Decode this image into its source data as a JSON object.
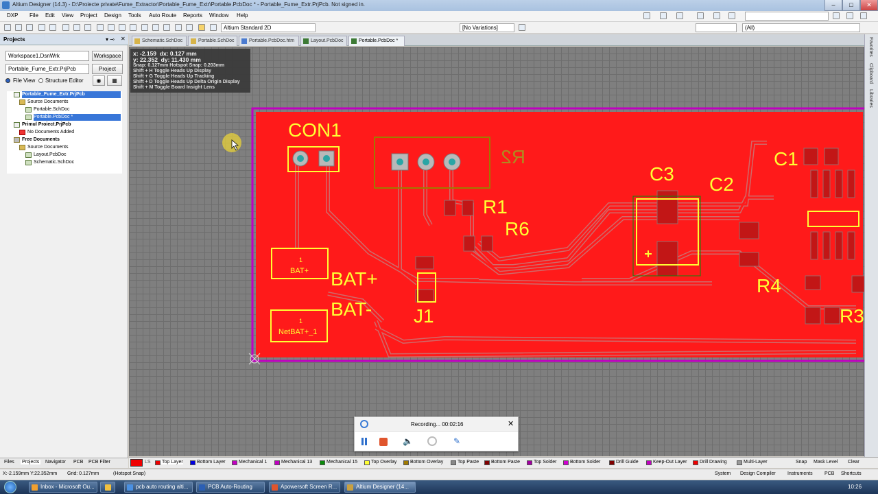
{
  "window": {
    "title": "Altium Designer (14.3) - D:\\Proiecte private\\Fume_Extractor\\Portable_Fume_Extr\\Portable.PcbDoc * - Portable_Fume_Extr.PrjPcb. Not signed in."
  },
  "menu": [
    "DXP",
    "File",
    "Edit",
    "View",
    "Project",
    "Design",
    "Tools",
    "Auto Route",
    "Reports",
    "Window",
    "Help"
  ],
  "toolbar": {
    "view_combo": "Altium Standard 2D",
    "variations": "[No Variations]",
    "filter": "(All)"
  },
  "tabs": [
    "Schematic.SchDoc",
    "Portable.SchDoc",
    "Portable.PcbDoc.htm",
    "Layout.PcbDoc",
    "Portable.PcbDoc *"
  ],
  "projects": {
    "title": "Projects",
    "workspace": "Workspace1.DsnWrk",
    "workspace_btn": "Workspace",
    "project": "Portable_Fume_Extr.PrjPcb",
    "project_btn": "Project",
    "file_view": "File View",
    "structure_editor": "Structure Editor",
    "tree": [
      "Portable_Fume_Extr.PrjPcb",
      "Source Documents",
      "Portable.SchDoc",
      "Portable.PcbDoc *",
      "Primul Proiect.PrjPcb",
      "No Documents Added",
      "Free Documents",
      "Source Documents",
      "Layout.PcbDoc",
      "Schematic.SchDoc"
    ],
    "bottom_tabs": [
      "Files",
      "Projects",
      "Navigator",
      "PCB",
      "PCB Filter"
    ]
  },
  "hud": {
    "x": "x: -2.159",
    "dx": "dx: 0.127  mm",
    "y": "y: 22.352",
    "dy": "dy: 11.430  mm",
    "snap": "Snap: 0.127mm Hotspot Snap: 0.203mm",
    "lines": [
      "Shift + H   Toggle Heads Up Display",
      "Shift + G   Toggle Heads Up Tracking",
      "Shift + D   Toggle Heads Up Delta Origin Display",
      "Shift + M   Toggle Board Insight Lens"
    ]
  },
  "pcb": {
    "labels": [
      "CON1",
      "R2",
      "R1",
      "R6",
      "C3",
      "C2",
      "C1",
      "BAT+",
      "BAT-",
      "J1",
      "R4",
      "R3"
    ],
    "pads": [
      "BAT+",
      "NetBAT+_1"
    ]
  },
  "recorder": {
    "status": "Recording...  00:02:16"
  },
  "right_strip": [
    "Favorites",
    "Clipboard",
    "Libraries"
  ],
  "layers": [
    "LS",
    "Top Layer",
    "Bottom Layer",
    "Mechanical 1",
    "Mechanical 13",
    "Mechanical 15",
    "Top Overlay",
    "Bottom Overlay",
    "Top Paste",
    "Bottom Paste",
    "Top Solder",
    "Bottom Solder",
    "Drill Guide",
    "Keep-Out Layer",
    "Drill Drawing",
    "Multi-Layer"
  ],
  "layer_right": [
    "Snap",
    "Mask Level",
    "Clear"
  ],
  "status": {
    "coords": "X:-2.159mm Y:22.352mm",
    "grid": "Grid: 0.127mm",
    "snap": "(Hotspot Snap)",
    "right": [
      "System",
      "Design Compiler",
      "Instruments",
      "PCB",
      "Shortcuts"
    ]
  },
  "taskbar": [
    "Inbox - Microsoft Ou...",
    "pcb auto routing alti...",
    "PCB Auto-Routing",
    "Apowersoft Screen R...",
    "Altium Designer (14..."
  ],
  "clock": "10:26",
  "colors": {
    "copper": "#ff1a1a",
    "overlay": "#ffff33",
    "keepout": "#c000c0"
  }
}
